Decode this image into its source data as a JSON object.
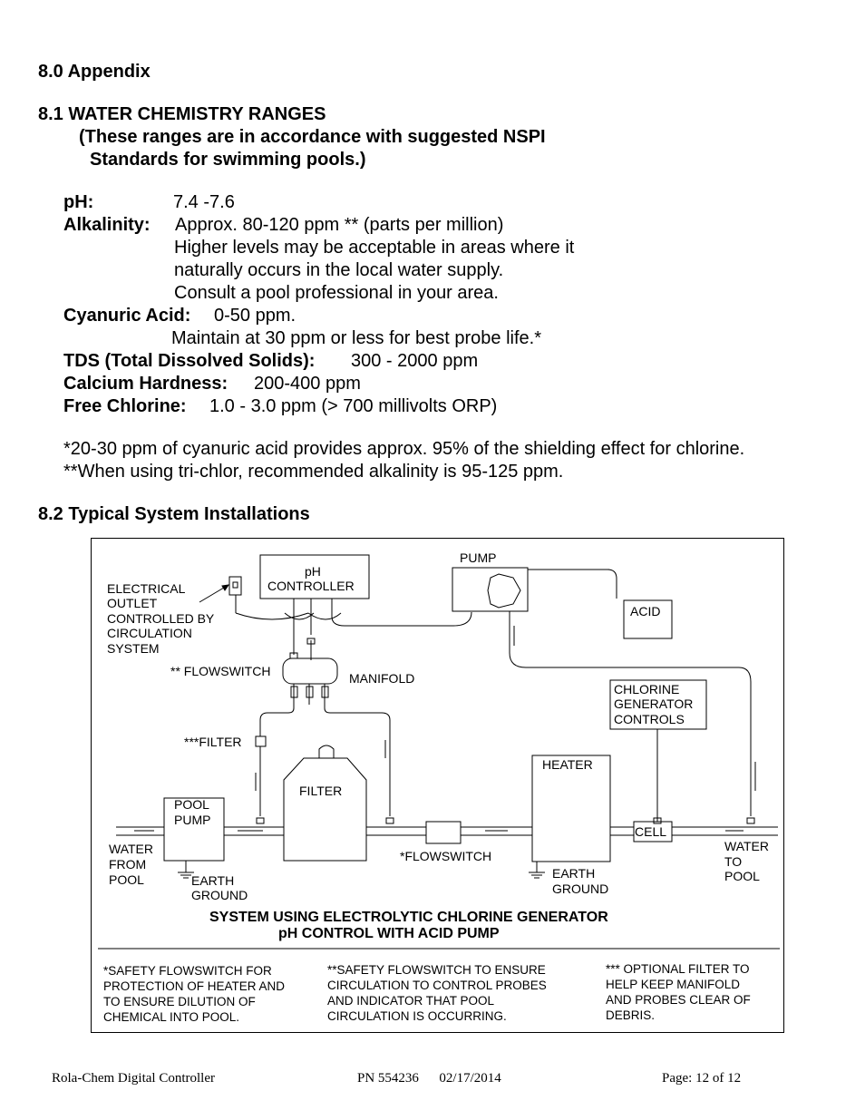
{
  "appendix_heading": "8.0  Appendix",
  "section_81": {
    "heading": "8.1   WATER CHEMISTRY RANGES",
    "note_line1": "(These ranges are in accordance with suggested NSPI",
    "note_line2": "Standards for swimming pools.)"
  },
  "ranges": {
    "ph_label": "pH:",
    "ph_value": "7.4 -7.6",
    "alkalinity_label": "Alkalinity:",
    "alkalinity_value": "Approx. 80-120 ppm **  (parts per million)",
    "alkalinity_note1": "Higher levels may be acceptable in areas where it",
    "alkalinity_note2": "naturally occurs in the local water supply.",
    "alkalinity_note3": "Consult a pool professional in your area.",
    "cyanuric_label": "Cyanuric Acid:",
    "cyanuric_value": "0-50 ppm.",
    "cyanuric_note": "Maintain at 30 ppm or less for best probe life.*",
    "tds_label": "TDS (Total Dissolved Solids):",
    "tds_value": "300 - 2000 ppm",
    "calcium_label": "Calcium Hardness:",
    "calcium_value": "200-400 ppm",
    "chlorine_label": "Free Chlorine:",
    "chlorine_value": "1.0 - 3.0 ppm (> 700 millivolts ORP)"
  },
  "footnotes": {
    "note1": "*20-30 ppm of cyanuric acid provides approx. 95% of the shielding effect for chlorine.",
    "note2": "**When using tri-chlor, recommended alkalinity is 95-125 ppm."
  },
  "section_82": {
    "heading": "8.2   Typical System Installations"
  },
  "diagram": {
    "ph_controller": [
      "pH",
      "CONTROLLER"
    ],
    "pump": "PUMP",
    "acid": "ACID",
    "electrical_outlet": [
      "ELECTRICAL",
      "OUTLET",
      "CONTROLLED BY",
      "CIRCULATION",
      "SYSTEM"
    ],
    "flowswitch_top": "** FLOWSWITCH",
    "manifold": "MANIFOLD",
    "chlorine_generator": [
      "CHLORINE",
      "GENERATOR",
      "CONTROLS"
    ],
    "filter_small": "***FILTER",
    "heater": "HEATER",
    "filter": "FILTER",
    "pool_pump": [
      "POOL",
      "PUMP"
    ],
    "cell": "CELL",
    "water_from_pool": [
      "WATER",
      "FROM",
      "POOL"
    ],
    "earth_ground_left": [
      "EARTH",
      "GROUND"
    ],
    "flowswitch_bottom": "*FLOWSWITCH",
    "earth_ground_right": [
      "EARTH",
      "GROUND"
    ],
    "water_to_pool": [
      "WATER",
      "TO",
      "POOL"
    ],
    "caption_line1": "SYSTEM USING ELECTROLYTIC CHLORINE GENERATOR",
    "caption_line2": "pH CONTROL WITH ACID PUMP",
    "notes": {
      "heater": [
        "*SAFETY FLOWSWITCH FOR",
        "PROTECTION OF HEATER AND",
        "TO ENSURE DILUTION OF",
        "CHEMICAL INTO POOL."
      ],
      "probes": [
        "**SAFETY FLOWSWITCH TO ENSURE",
        "CIRCULATION TO CONTROL PROBES",
        "AND INDICATOR THAT POOL",
        "CIRCULATION IS OCCURRING."
      ],
      "filter": [
        "*** OPTIONAL FILTER TO",
        "HELP KEEP MANIFOLD",
        "AND PROBES CLEAR OF",
        "DEBRIS."
      ]
    }
  },
  "footer": {
    "left": "Rola-Chem Digital Controller",
    "center": "PN 554236      02/17/2014",
    "right": "Page: 12 of 12"
  }
}
